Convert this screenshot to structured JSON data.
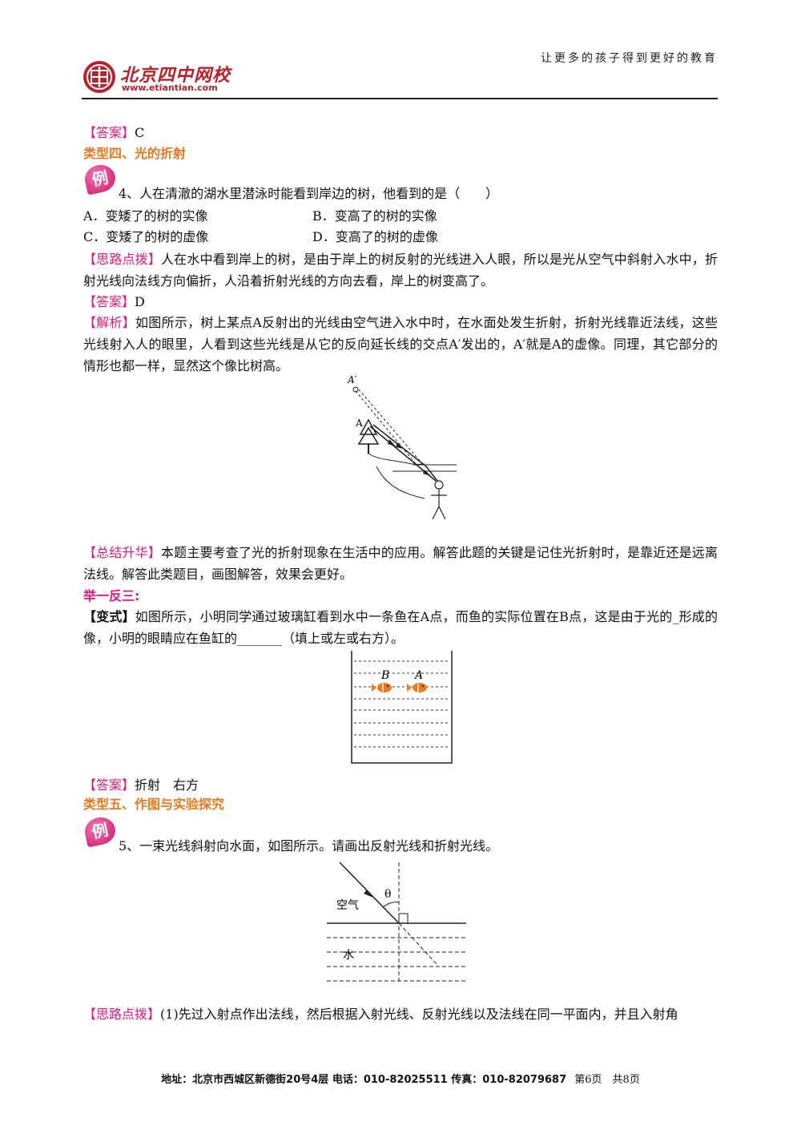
{
  "header": {
    "logo_cn": "北京四中网校",
    "logo_url": "www.etiantian.com",
    "slogan": "让更多的孩子得到更好的教育"
  },
  "answer3": {
    "tag": "【答案】",
    "text": "C"
  },
  "type4": {
    "heading": "类型四、光的折射"
  },
  "example_badge": "例",
  "q4": {
    "stem": "4、人在清澈的湖水里潜泳时能看到岸边的树，他看到的是（　　）",
    "options": {
      "A": "A．变矮了的树的实像",
      "B": "B．变高了的树的实像",
      "C": "C．变矮了的树的虚像",
      "D": "D．变高了的树的虚像"
    },
    "hint_tag": "【思路点拨】",
    "hint_text": "人在水中看到岸上的树，是由于岸上的树反射的光线进入人眼，所以是光从空气中斜射入水中，折射光线向法线方向偏折，人沿着折射光线的方向去看，岸上的树变高了。",
    "answer_tag": "【答案】",
    "answer_text": "D",
    "analysis_tag": "【解析】",
    "analysis_text": "如图所示，树上某点A反射出的光线由空气进入水中时，在水面处发生折射，折射光线靠近法线，这些光线射入人的眼里，人看到这些光线是从它的反向延长线的交点A′发出的，A′就是A的虚像。同理，其它部分的情形也都一样，显然这个像比树高。",
    "figure_labels": {
      "a_prime": "A′",
      "a": "A"
    },
    "summary_tag": "【总结升华】",
    "summary_text": "本题主要考查了光的折射现象在生活中的应用。解答此题的关键是记住光折射时，是靠近还是远离法线。解答此类题目，画图解答，效果会更好。"
  },
  "extend": {
    "heading": "举一反三:",
    "variant_tag": "【变式】",
    "variant_text": "如图所示，小明同学通过玻璃缸看到水中一条鱼在A点，而鱼的实际位置在B点，这是由于光的_形成的像，小明的眼睛应在鱼缸的_______（填上或左或右方）。",
    "fish_labels": {
      "b": "B",
      "a": "A"
    },
    "answer_tag": "【答案】",
    "answer_text": "折射　右方"
  },
  "type5": {
    "heading": "类型五、作图与实验探究"
  },
  "q5": {
    "stem": "5、一束光线斜射向水面，如图所示。请画出反射光线和折射光线。",
    "figure_labels": {
      "air": "空气",
      "water": "水",
      "theta": "θ"
    },
    "hint_tag": "【思路点拨】",
    "hint_text": "(1)先过入射点作出法线，然后根据入射光线、反射光线以及法线在同一平面内，并且入射角"
  },
  "footer": {
    "address": "地址：北京市西城区新德街20号4层 电话：010-82025511 传真：010-82079687",
    "page": "第6页　共8页"
  }
}
